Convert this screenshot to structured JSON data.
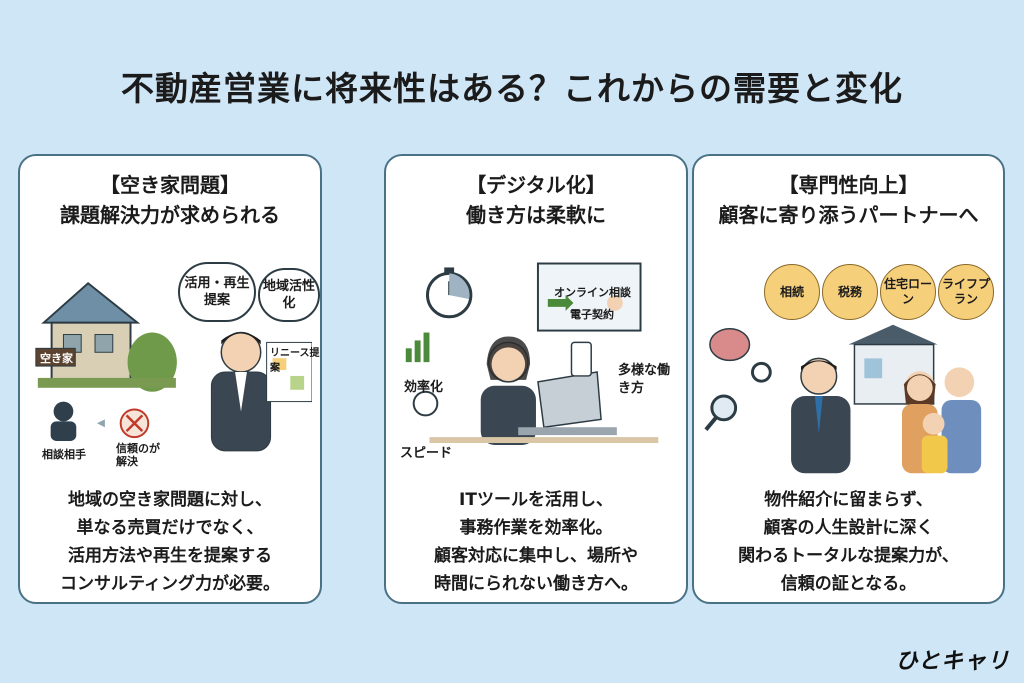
{
  "title": "不動産営業に将来性はある？これからの需要と変化",
  "cards": [
    {
      "heading": "【空き家問題】",
      "subheading": "課題解決力が求められる",
      "bubbles": [
        "活用・再生提案",
        "地域活性化"
      ],
      "labels": {
        "house_sign": "空き家",
        "person": "相談相手",
        "trust": "信頼のが解決",
        "doc": "リニース提案"
      },
      "caption": [
        "地域の空き家問題に対し、",
        "単なる売買だけでなく、",
        "活用方法や再生を提案する",
        "コンサルティング力が必要。"
      ]
    },
    {
      "heading": "【デジタル化】",
      "subheading": "働き方は柔軟に",
      "labels": {
        "screen_top": "オンライン相談",
        "screen_bottom": "電子契約",
        "efficiency": "効率化",
        "speed": "スピード",
        "diverse": "多様な働き方"
      },
      "caption": [
        "ITツールを活用し、",
        "事務作業を効率化。",
        "顧客対応に集中し、場所や",
        "時間にられない働き方へ。"
      ]
    },
    {
      "heading": "【専門性向上】",
      "subheading": "顧客に寄り添うパートナーへ",
      "tags": [
        "相続",
        "税務",
        "住宅ローン",
        "ライフプラン"
      ],
      "caption": [
        "物件紹介に留まらず、",
        "顧客の人生設計に深く",
        "関わるトータルな提案力が、",
        "信頼の証となる。"
      ]
    }
  ],
  "logo": "ひとキャリ"
}
